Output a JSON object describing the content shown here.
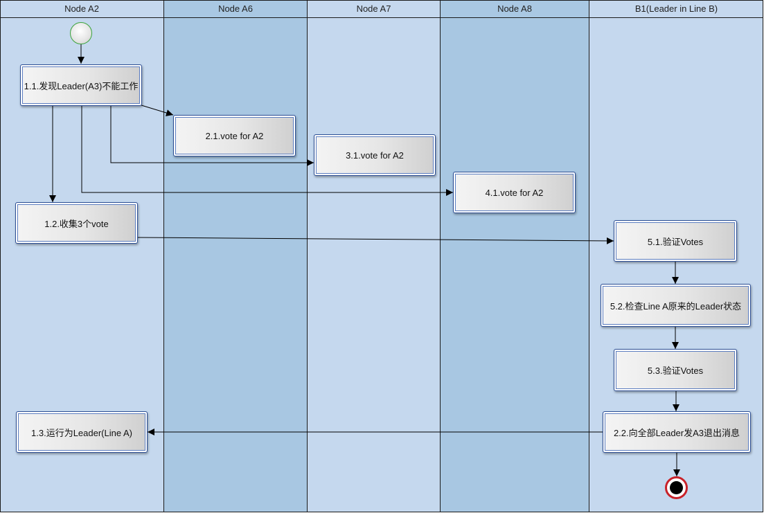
{
  "lanes": [
    {
      "label": "Node A2"
    },
    {
      "label": "Node A6"
    },
    {
      "label": "Node A7"
    },
    {
      "label": "Node A8"
    },
    {
      "label": "B1(Leader in Line B)"
    }
  ],
  "actions": {
    "a1_1": "1.1.发现Leader(A3)不能工作",
    "a2_1": "2.1.vote for A2",
    "a3_1": "3.1.vote for A2",
    "a4_1": "4.1.vote for A2",
    "a1_2": "1.2.收集3个vote",
    "a5_1": "5.1.验证Votes",
    "a5_2": "5.2.检查Line A原来的Leader状态",
    "a5_3": "5.3.验证Votes",
    "a2_2": "2.2.向全部Leader发A3退出消息",
    "a1_3": "1.3.运行为Leader(Line A)"
  }
}
